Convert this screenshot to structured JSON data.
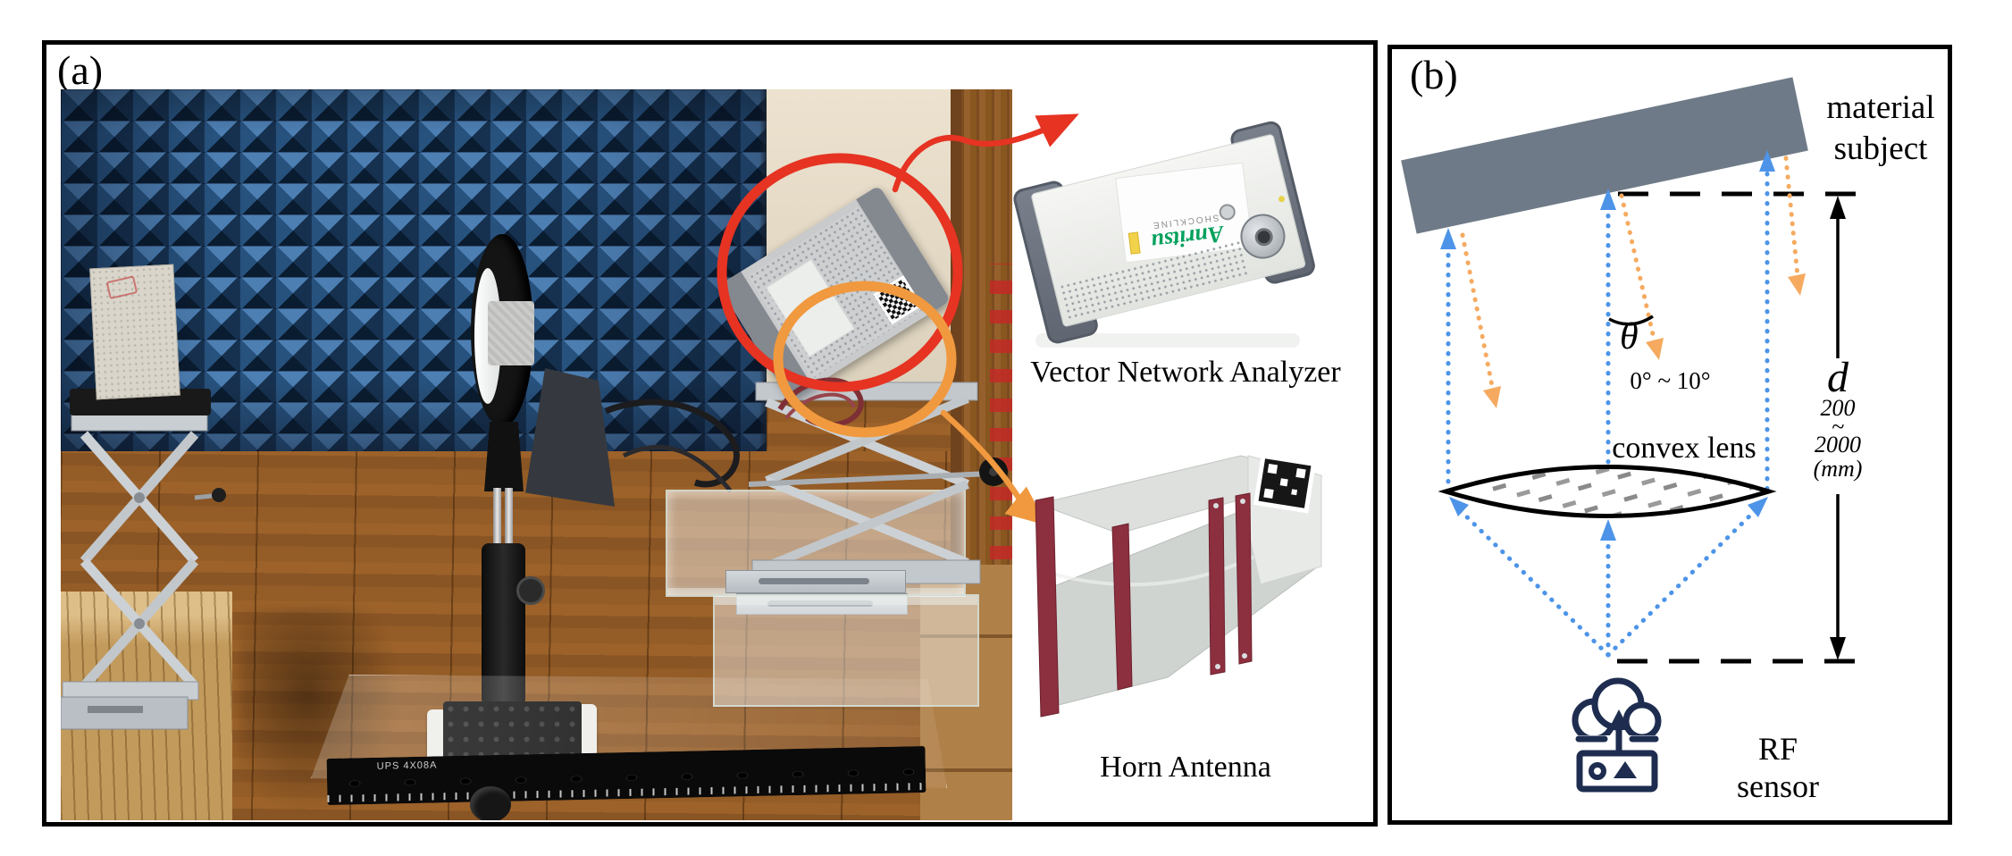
{
  "panel_a": {
    "label": "(a)",
    "equipment_callouts": {
      "vna": {
        "caption": "Vector Network Analyzer",
        "brand": "Anritsu",
        "series": "SHOCKLINE"
      },
      "horn": {
        "caption": "Horn Antenna"
      }
    },
    "rail_label": "UPS 4X08A"
  },
  "panel_b": {
    "label": "(b)",
    "material_subject": {
      "line1": "material",
      "line2": "subject"
    },
    "angle": {
      "symbol": "θ",
      "range": "0° ~ 10°"
    },
    "convex_lens_label": "convex lens",
    "distance": {
      "symbol": "d",
      "from": "200",
      "tilde": "~",
      "to": "2000",
      "unit": "(mm)"
    },
    "rf_sensor_label": "RF sensor"
  },
  "colors": {
    "annotation_red": "#e63322",
    "annotation_orange": "#f0993f",
    "ray_blue": "#4d94e8",
    "ray_orange": "#f5aa60",
    "material_gray": "#6e7a87",
    "rf_icon_navy": "#1e2d4f",
    "foam_blue": "#4d7fb3"
  }
}
